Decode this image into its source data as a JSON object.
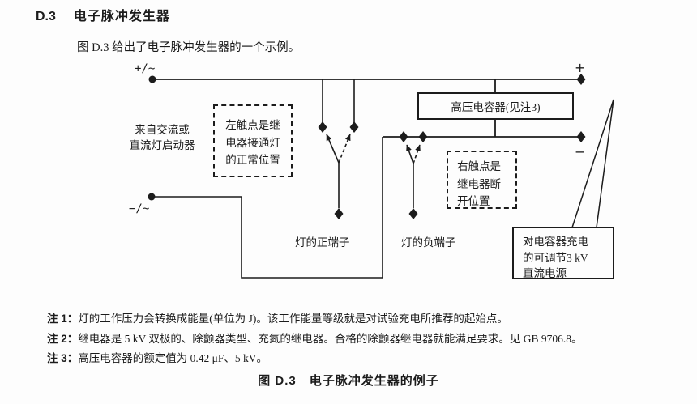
{
  "page": {
    "heading_no": "D.3",
    "heading_title": "电子脉冲发生器",
    "intro": "图 D.3 给出了电子脉冲发生器的一个示例。",
    "caption": "图 D.3　电子脉冲发生器的例子"
  },
  "diagram": {
    "input_top_label": "+/~",
    "input_bottom_label": "−/~",
    "source_line1": "来自交流或",
    "source_line2": "直流灯启动器",
    "capacitor_label": "高压电容器(见注3)",
    "cap_plus": "+",
    "cap_minus": "−",
    "lamp_positive": "灯的正端子",
    "lamp_negative": "灯的负端子",
    "left_contact_note": {
      "lines": [
        "左触点是继",
        "电器接通灯",
        "的正常位置"
      ]
    },
    "right_contact_note": {
      "lines": [
        "右触点是",
        "继电器断",
        "开位置"
      ]
    },
    "dc_source_box": {
      "lines": [
        "对电容器充电",
        "的可调节3 kV",
        "直流电源"
      ]
    }
  },
  "notes": [
    {
      "label": "注 1：",
      "text": "灯的工作压力会转换成能量(单位为 J)。该工作能量等级就是对试验充电所推荐的起始点。"
    },
    {
      "label": "注 2：",
      "text": "继电器是 5 kV 双极的、除颤器类型、充氮的继电器。合格的除颤器继电器就能满足要求。见 GB 9706.8。"
    },
    {
      "label": "注 3：",
      "text": "高压电容器的额定值为 0.42 μF、5 kV。"
    }
  ],
  "colors": {
    "ink": "#1c1c1c",
    "background": "#fdfdfd"
  }
}
